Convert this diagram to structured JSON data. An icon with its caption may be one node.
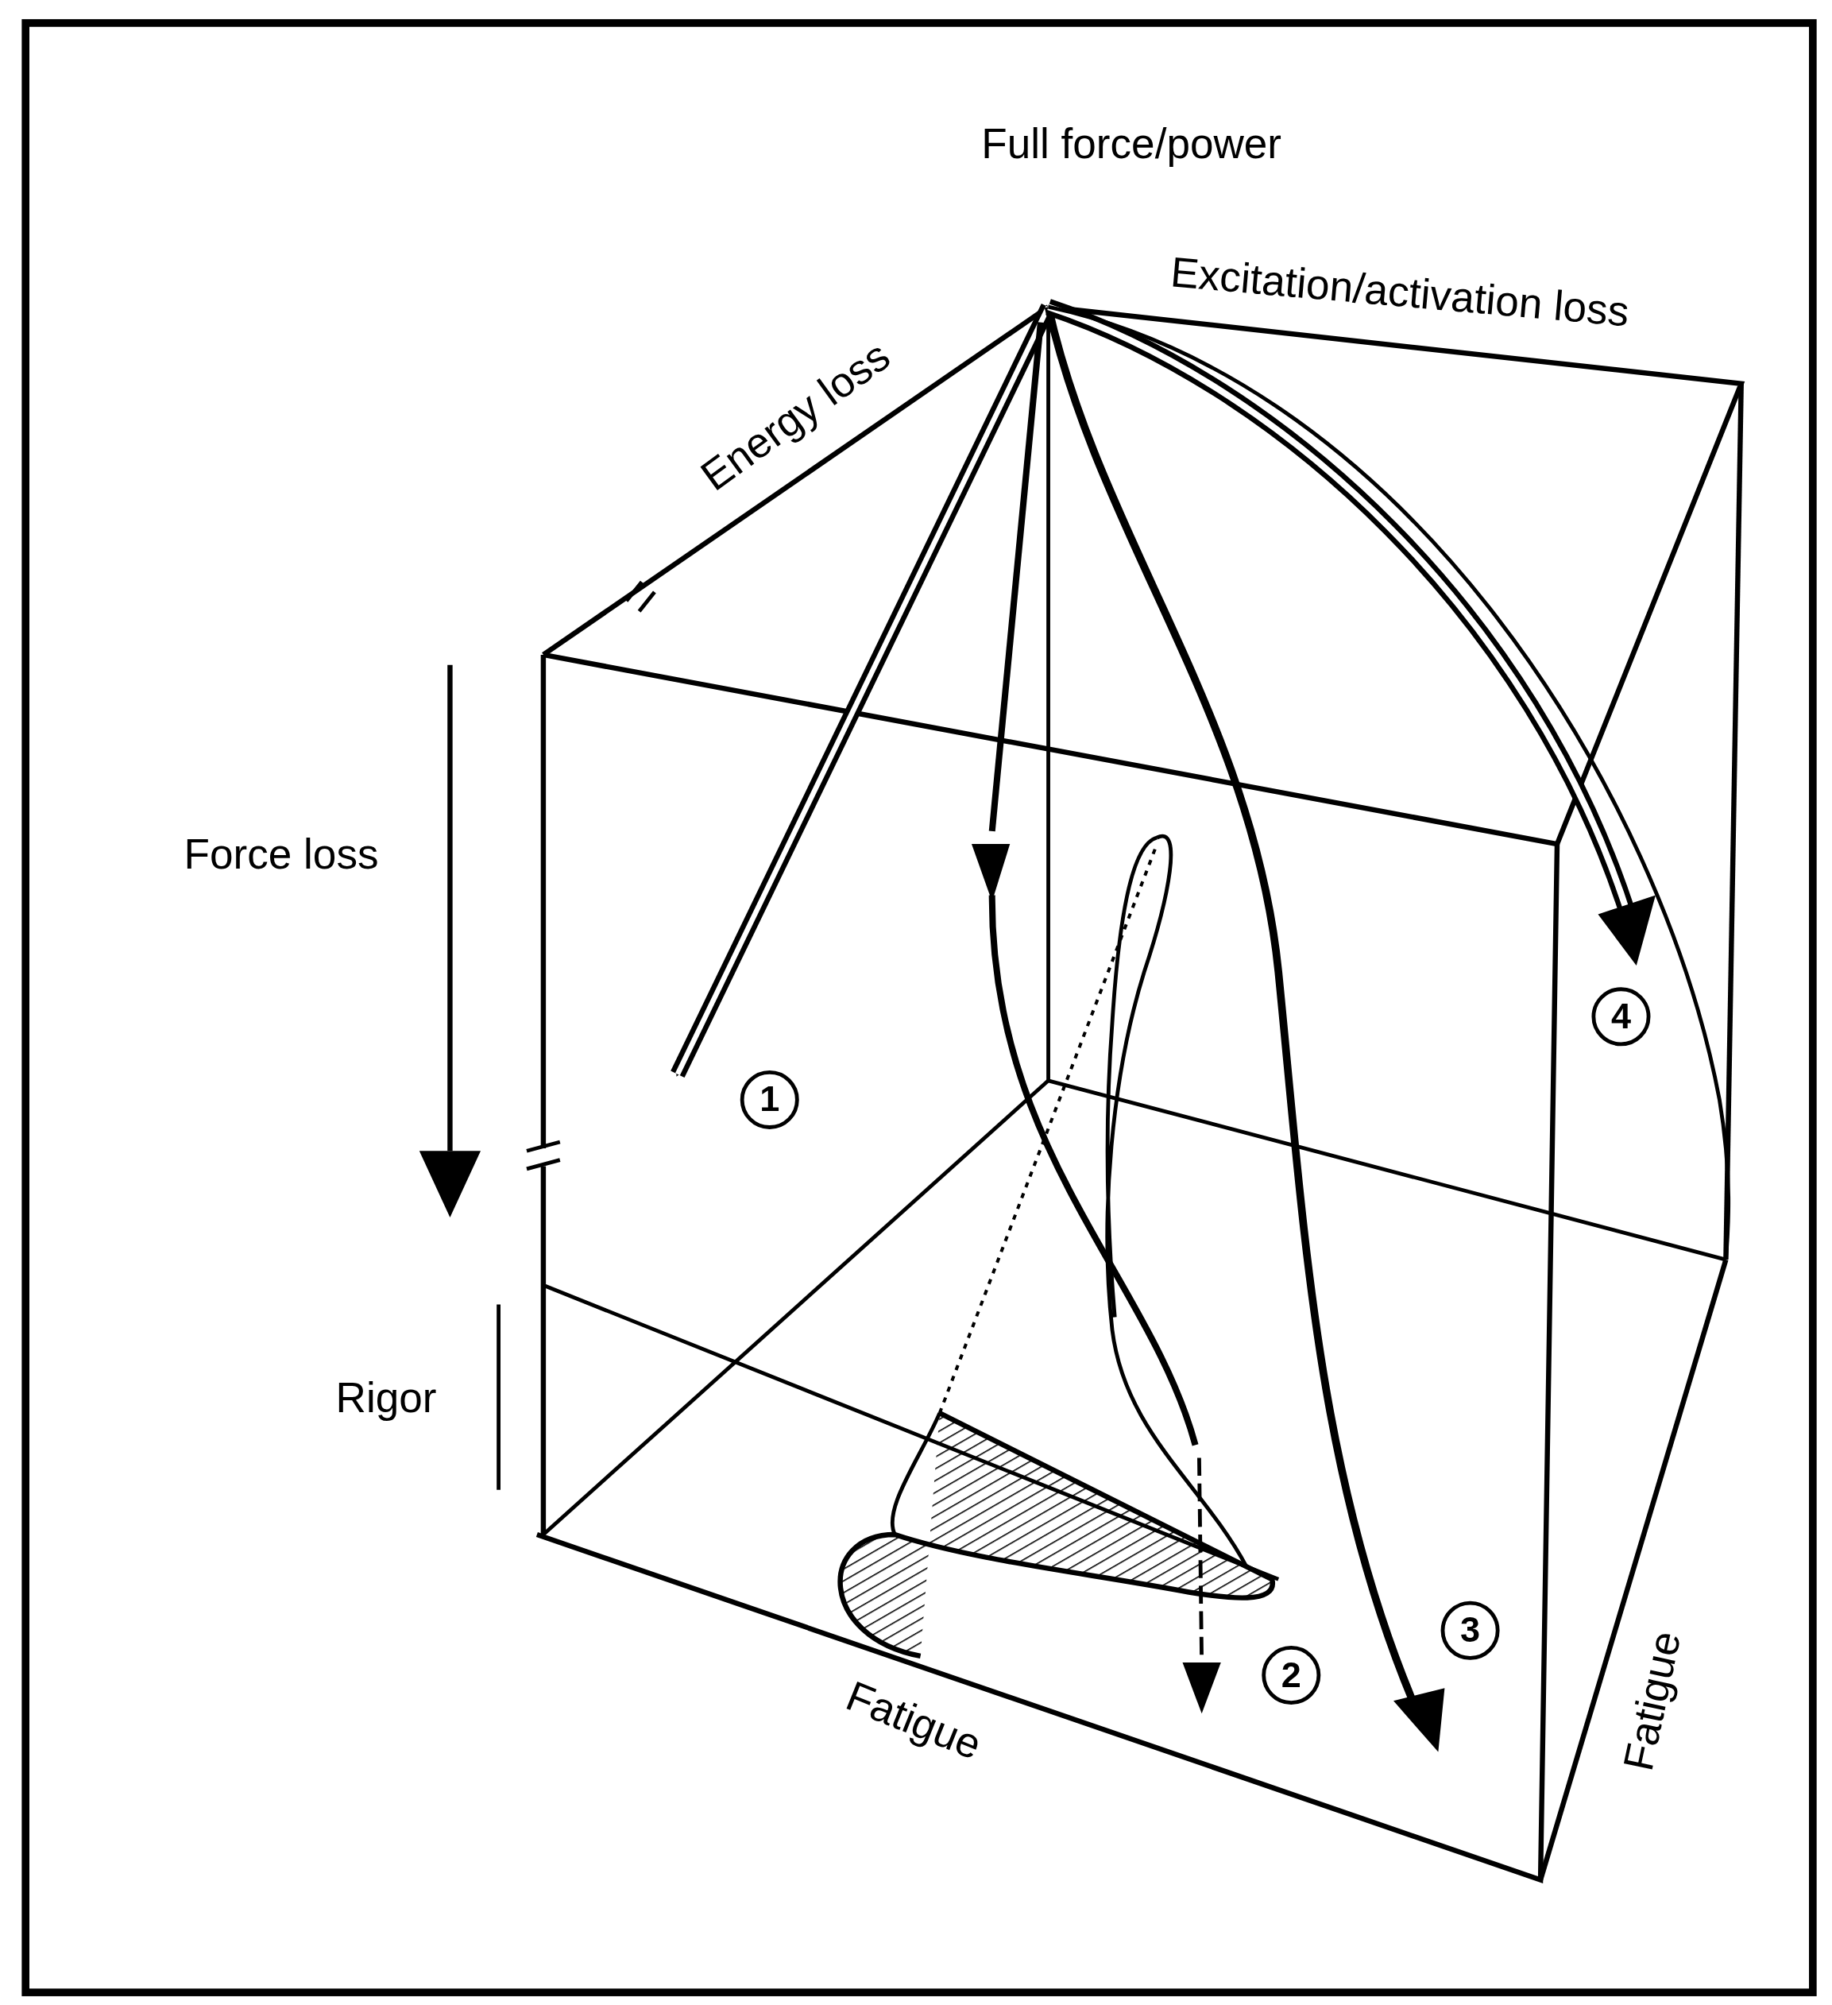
{
  "diagram": {
    "labels": [
      "Full force/power",
      "Excitation/activation loss",
      "Energy loss",
      "Force loss",
      "4",
      "1",
      "Rigor",
      "3",
      "2",
      "Fatigue",
      "Fatigue"
    ]
  }
}
